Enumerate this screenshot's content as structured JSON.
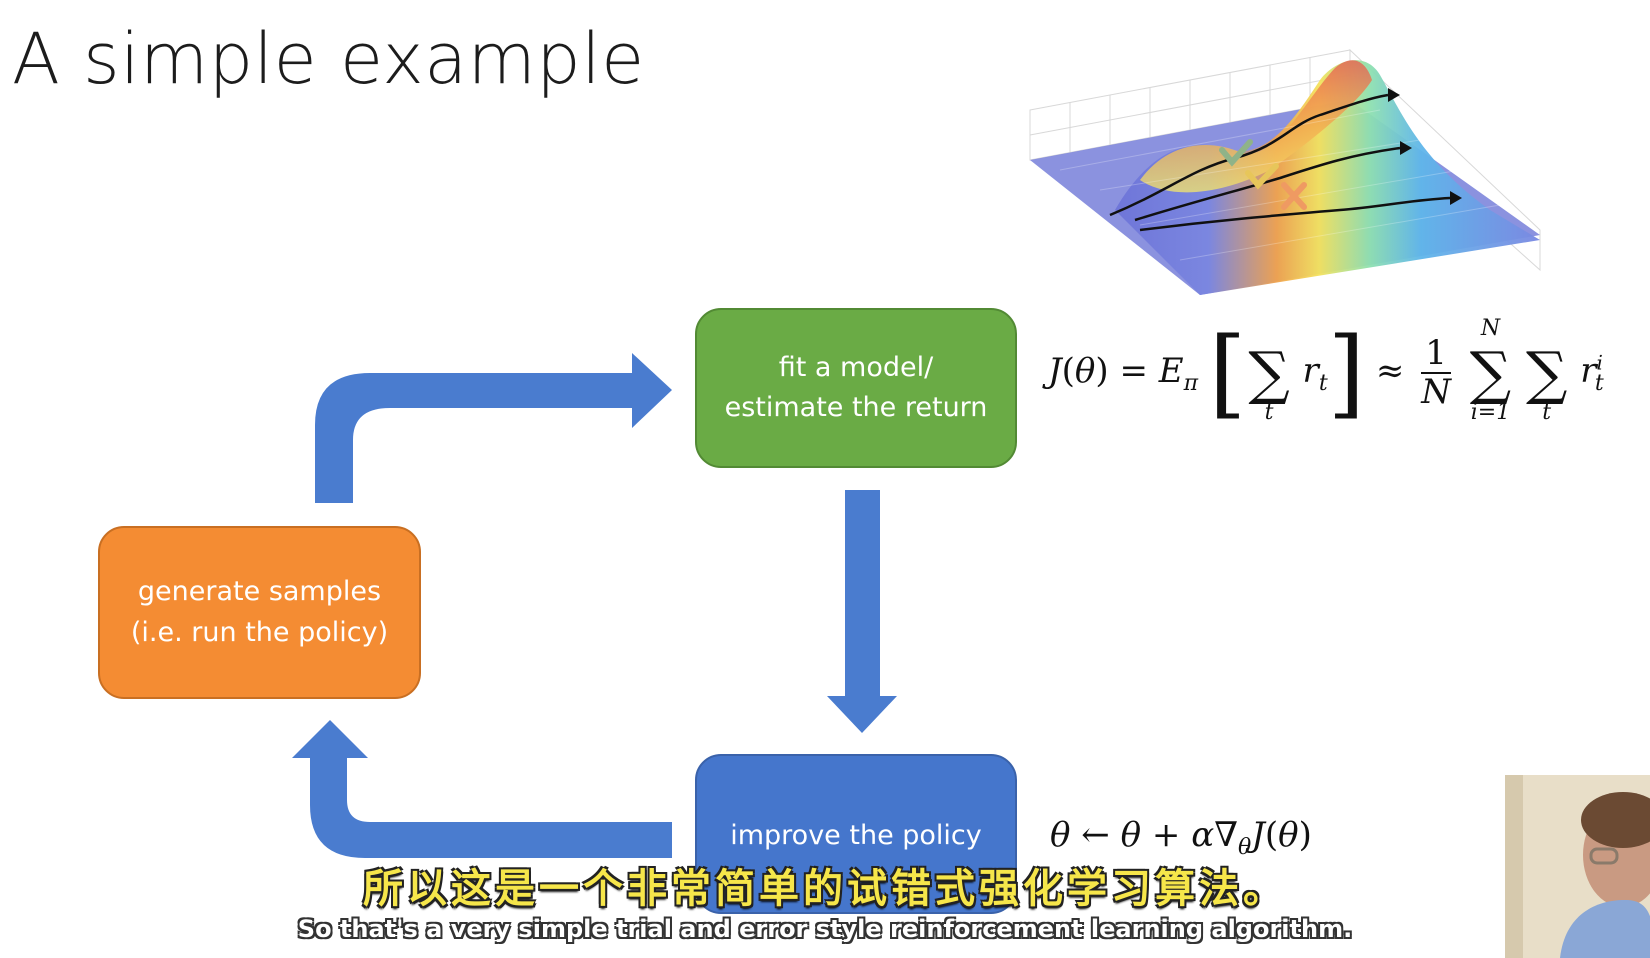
{
  "slide": {
    "title": "A simple example"
  },
  "boxes": {
    "fit_model": {
      "line1": "fit a model/",
      "line2": "estimate the return",
      "color": "#6aab45"
    },
    "generate_samples": {
      "line1": "generate samples",
      "line2": "(i.e. run the policy)",
      "color": "#f48c33"
    },
    "improve_policy": {
      "line1": "improve the policy",
      "color": "#4576cc"
    }
  },
  "arrow_color": "#4a7ccf",
  "formulas": {
    "return_estimate": {
      "J": "J",
      "theta": "θ",
      "E": "E",
      "pi": "π",
      "t": "t",
      "r": "r",
      "one": "1",
      "N": "N",
      "i_eq_1": "i=1",
      "i": "i"
    },
    "policy_update": {
      "theta": "θ",
      "arrow": "←",
      "plus": "+",
      "alpha": "α",
      "nabla": "∇",
      "J": "J"
    }
  },
  "plot": {
    "marks": [
      "check",
      "check",
      "cross"
    ],
    "colors": {
      "surface_low": "#6a72d8",
      "surface_high": "#e8584a",
      "check_green": "#8fb388",
      "check_yellow": "#e7c65a",
      "cross_orange": "#ef9a62"
    }
  },
  "subtitles": {
    "chinese": "所以这是一个非常简单的试错式强化学习算法。",
    "english": "So that's a very simple trial and error style reinforcement learning algorithm."
  }
}
